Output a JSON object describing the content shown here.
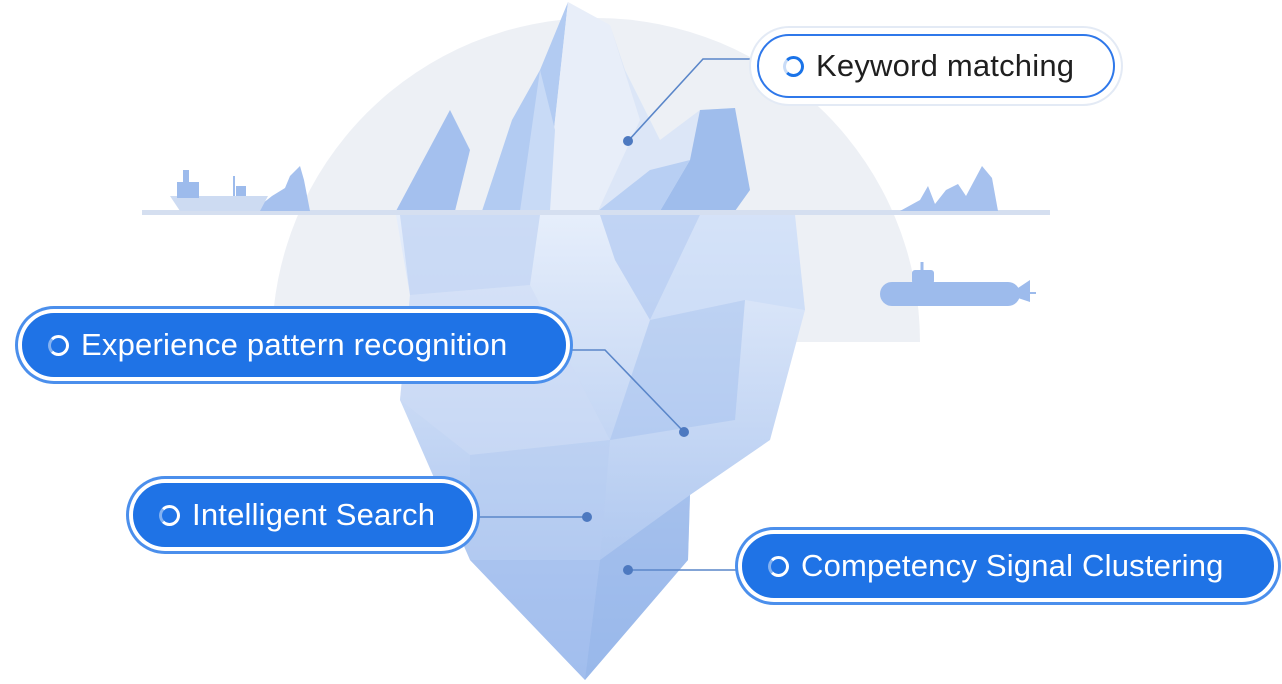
{
  "labels": {
    "keyword": "Keyword matching",
    "experience": "Experience pattern recognition",
    "intelligent": "Intelligent Search",
    "competency": "Competency Signal Clustering"
  },
  "icons": {
    "label_ring": "loading-ring-icon"
  },
  "colors": {
    "accent_blue": "#1f73e6",
    "ice_light": "#dbe6f8",
    "ice_mid": "#b3cbf0",
    "ice_dark": "#8fb0e8",
    "sky_circle": "#eceff5",
    "water_line": "#d5dff0",
    "leader_line": "#5a86c9"
  }
}
